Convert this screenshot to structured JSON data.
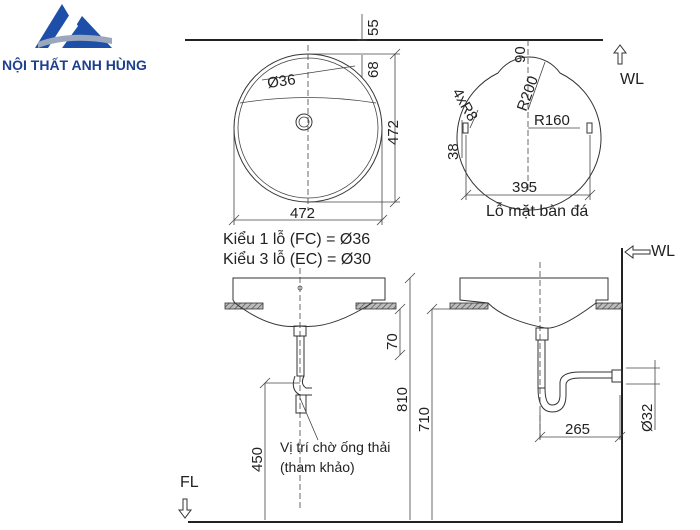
{
  "logo": {
    "brand_name": "NỘI THẤT ANH HÙNG"
  },
  "top_view": {
    "dim_55": "55",
    "dim_68": "68",
    "dim_hole": "Ø36",
    "dim_472_height": "472",
    "dim_472_width": "472"
  },
  "cutout_view": {
    "dim_90": "90",
    "dim_4xr8": "4xR8",
    "dim_r200": "R200",
    "dim_r160": "R160",
    "dim_38": "38",
    "dim_395": "395",
    "caption": "Lỗ mặt bàn đá",
    "wl_label": "WL"
  },
  "hole_notes": {
    "line1": "Kiểu 1 lỗ (FC) = Ø36",
    "line2": "Kiểu 3 lỗ (EC) = Ø30"
  },
  "front_view": {
    "dim_70": "70",
    "dim_810": "810",
    "dim_450": "450",
    "waste_note_line1": "Vị trí chờ ống thải",
    "waste_note_line2": "(tham khảo)",
    "fl_label": "FL"
  },
  "side_view": {
    "wl_label": "WL",
    "dim_710": "710",
    "dim_265": "265",
    "dim_32": "Ø32"
  }
}
